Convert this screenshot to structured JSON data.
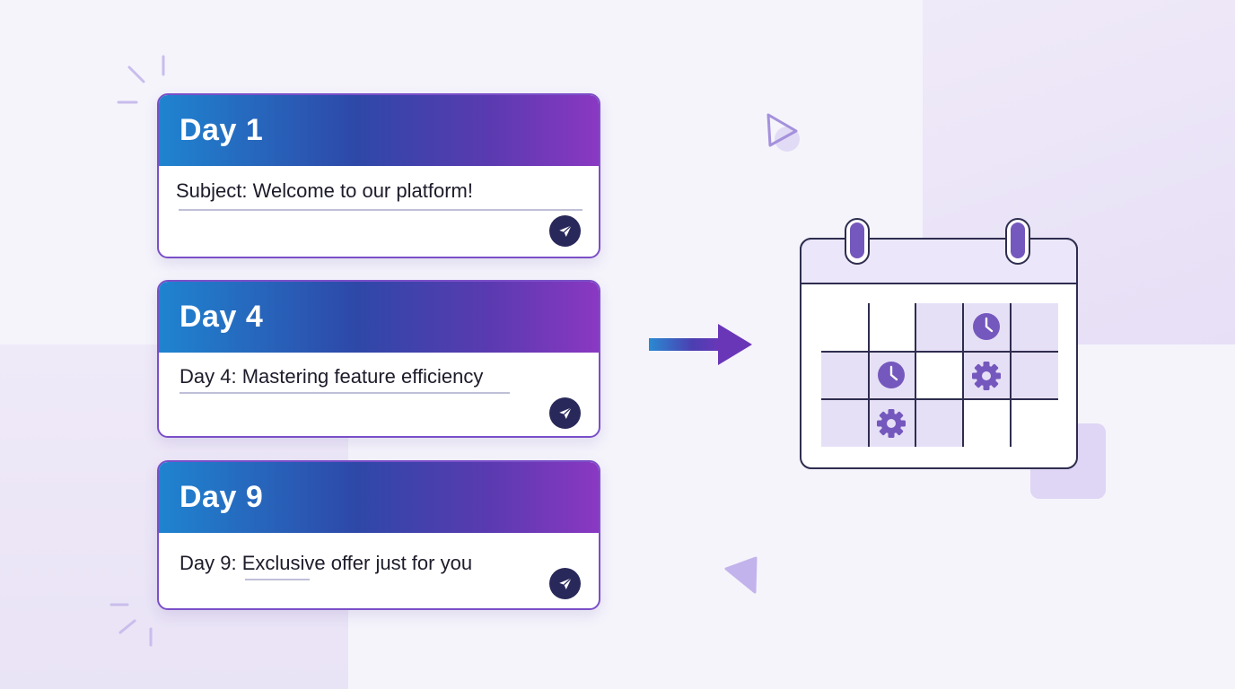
{
  "cards": [
    {
      "title": "Day 1",
      "subject": "Subject: Welcome to our platform!",
      "send_icon": "send-icon"
    },
    {
      "title": "Day 4",
      "subject": "Day 4: Mastering feature efficiency",
      "send_icon": "send-icon"
    },
    {
      "title": "Day 9",
      "subject": "Day 9: Exclusive offer just for you",
      "send_icon": "send-icon"
    }
  ],
  "colors": {
    "gradient_start": "#1f84d0",
    "gradient_mid": "#2e48a8",
    "gradient_end": "#8a38c2",
    "accent_purple": "#7a4fc8",
    "icon_dark": "#29285a",
    "calendar_cell": "#e6e0f7",
    "calendar_icon": "#7558bd"
  },
  "calendar": {
    "icons": [
      "clock-icon",
      "clock-icon",
      "gear-icon",
      "gear-icon"
    ]
  }
}
